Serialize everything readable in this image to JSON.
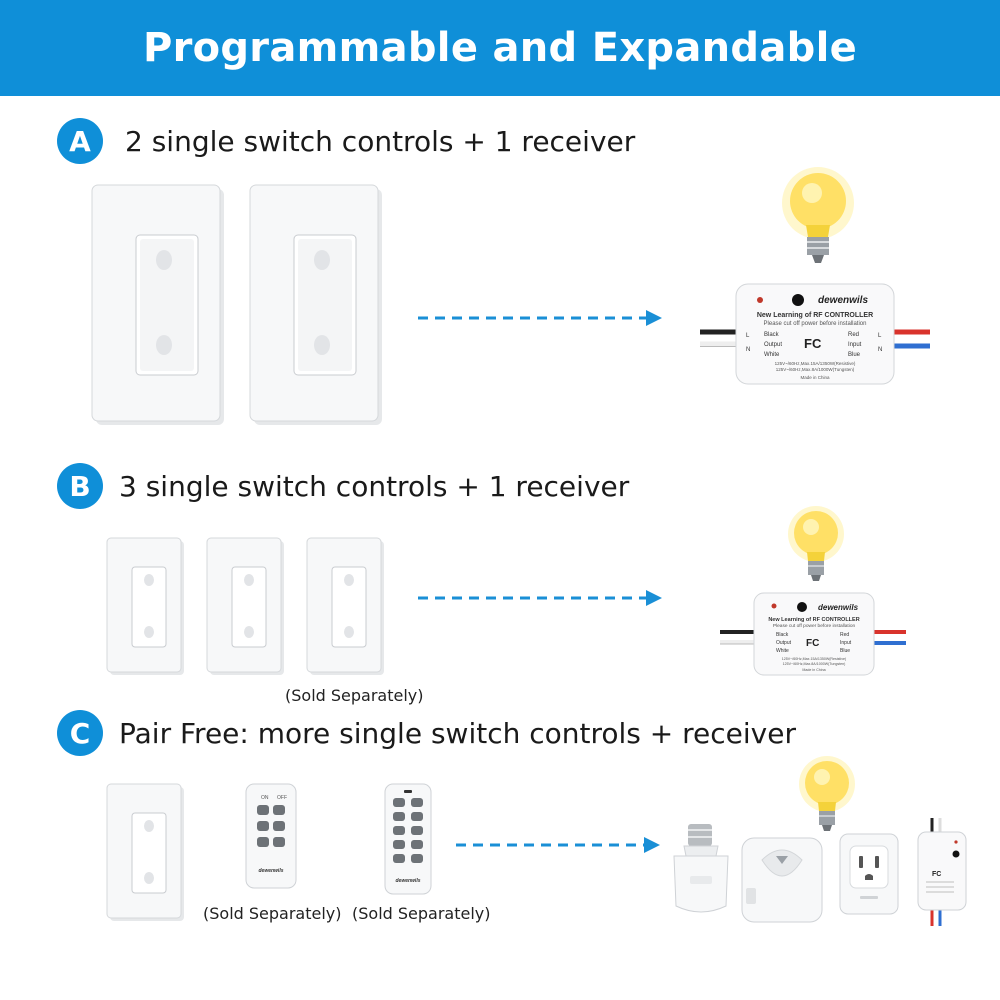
{
  "banner": {
    "title": "Programmable and Expandable"
  },
  "sections": [
    {
      "badge": "A",
      "title": "2 single switch controls + 1 receiver"
    },
    {
      "badge": "B",
      "title": "3 single switch controls + 1 receiver"
    },
    {
      "badge": "C",
      "title": "Pair Free: more single switch controls + receiver"
    }
  ],
  "captions": {
    "b_switch": "(Sold Separately)",
    "c_remote1": "(Sold Separately)",
    "c_remote2": "(Sold Separately)"
  },
  "receiver": {
    "brand": "dewenwils",
    "title": "New Learning of RF CONTROLLER",
    "warning": "Please cut off power before installation",
    "black": "Black",
    "red": "Red",
    "output": "Output",
    "input": "Input",
    "white": "White",
    "blue": "Blue",
    "fc": "FC",
    "spec1": "125V~/60Hz,Max.15A/1350W(Resistive)",
    "spec2": "125V~/60Hz,Max.8A/1000W(Tungsten)",
    "made": "Made in China",
    "l": "L",
    "n": "N"
  },
  "remote": {
    "brand": "dewenwils",
    "on": "ON",
    "off": "OFF"
  },
  "colors": {
    "accent": "#0f8fd8",
    "bulb": "#ffe066",
    "arrow": "#1a8fd6"
  }
}
